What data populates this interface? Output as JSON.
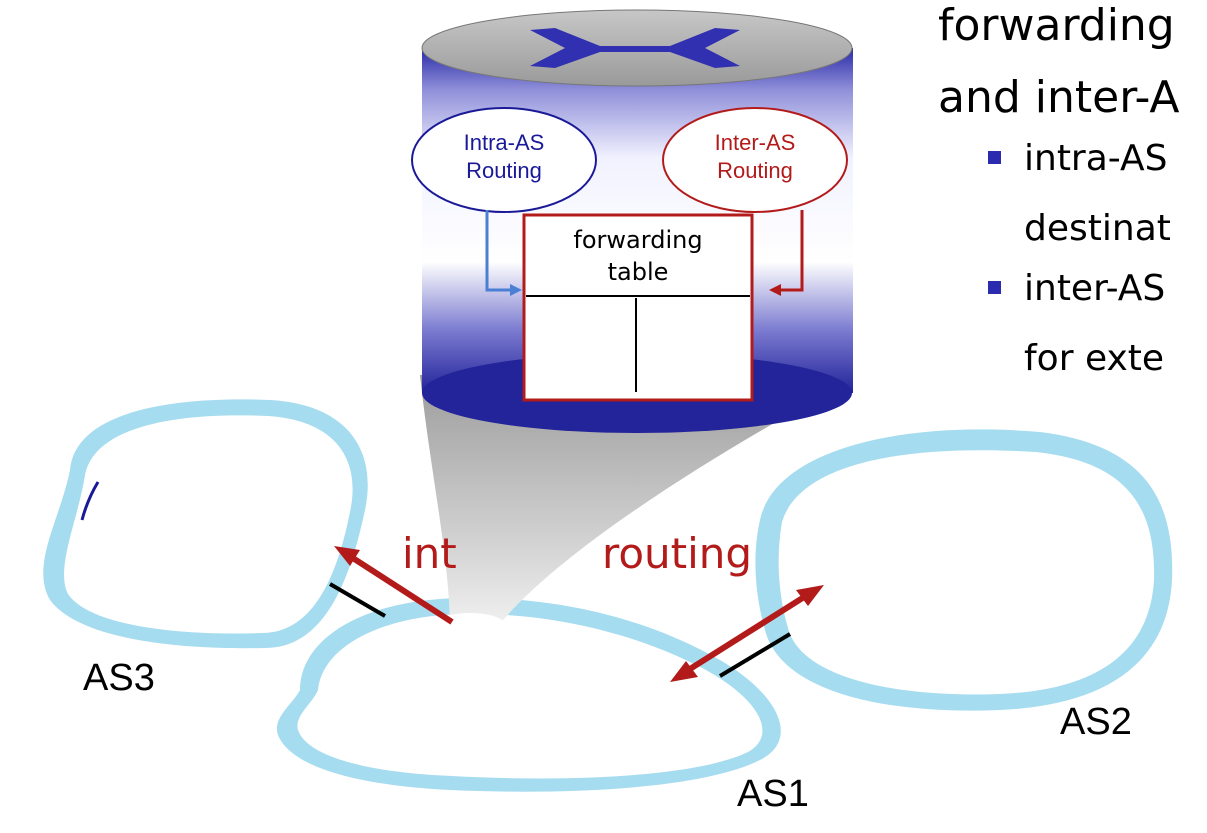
{
  "slide": {
    "heading_lines": [
      "forwarding",
      "and inter-A"
    ],
    "bullets": [
      {
        "lines": [
          "intra-AS",
          "destinat"
        ]
      },
      {
        "lines": [
          "inter-AS",
          "for exte"
        ]
      }
    ]
  },
  "router": {
    "intra_label": [
      "Intra-AS",
      "Routing"
    ],
    "inter_label": [
      "Inter-AS",
      "Routing"
    ],
    "forwarding_label": [
      "forwarding",
      "table"
    ]
  },
  "network": {
    "as3_label": "AS3",
    "as2_label": "AS2",
    "as1_label": "AS1",
    "routing_fragment_left": "int",
    "routing_fragment_right": "routing"
  },
  "colors": {
    "cloud_fill": "#a6dcef",
    "arrow_red": "#b31b1b",
    "intra_blue": "#1a1a99",
    "bullet_blue": "#2b2bb0",
    "cylinder_blue": "#2a2aa8"
  }
}
